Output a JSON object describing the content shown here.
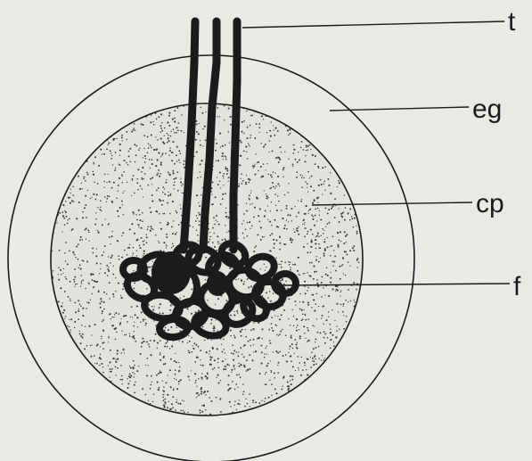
{
  "diagram": {
    "colors": {
      "background": "#e9e9e5",
      "ink": "#1b1b1b"
    },
    "labels": {
      "t": "t",
      "eg": "eg",
      "cp": "cp",
      "f": "f"
    }
  }
}
